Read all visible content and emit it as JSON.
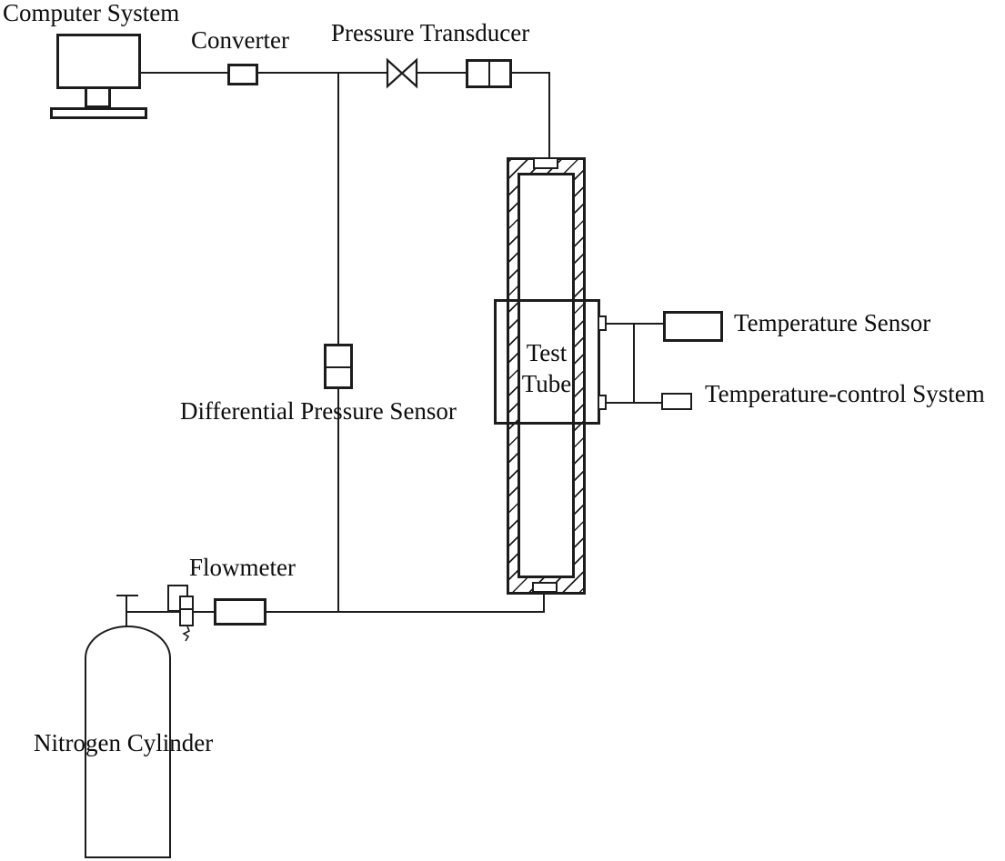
{
  "diagram": {
    "title_implicit": "Experimental apparatus schematic",
    "colors": {
      "line": "#1c1c1c",
      "background": "#ffffff"
    },
    "labels": {
      "computer_system": "Computer System",
      "converter": "Converter",
      "pressure_transducer": "Pressure Transducer",
      "temperature_sensor": "Temperature Sensor",
      "temperature_control_system": "Temperature-control System",
      "differential_pressure_sensor": "Differential Pressure Sensor",
      "flowmeter": "Flowmeter",
      "nitrogen_cylinder": "Nitrogen Cylinder",
      "test_tube_line1": "Test",
      "test_tube_line2": "Tube"
    },
    "components": [
      "computer-system",
      "converter",
      "valve",
      "pressure-transducer",
      "test-tube",
      "temperature-jacket",
      "temperature-sensor",
      "temperature-control-system",
      "differential-pressure-sensor",
      "flowmeter",
      "pressure-regulator",
      "nitrogen-cylinder"
    ]
  }
}
